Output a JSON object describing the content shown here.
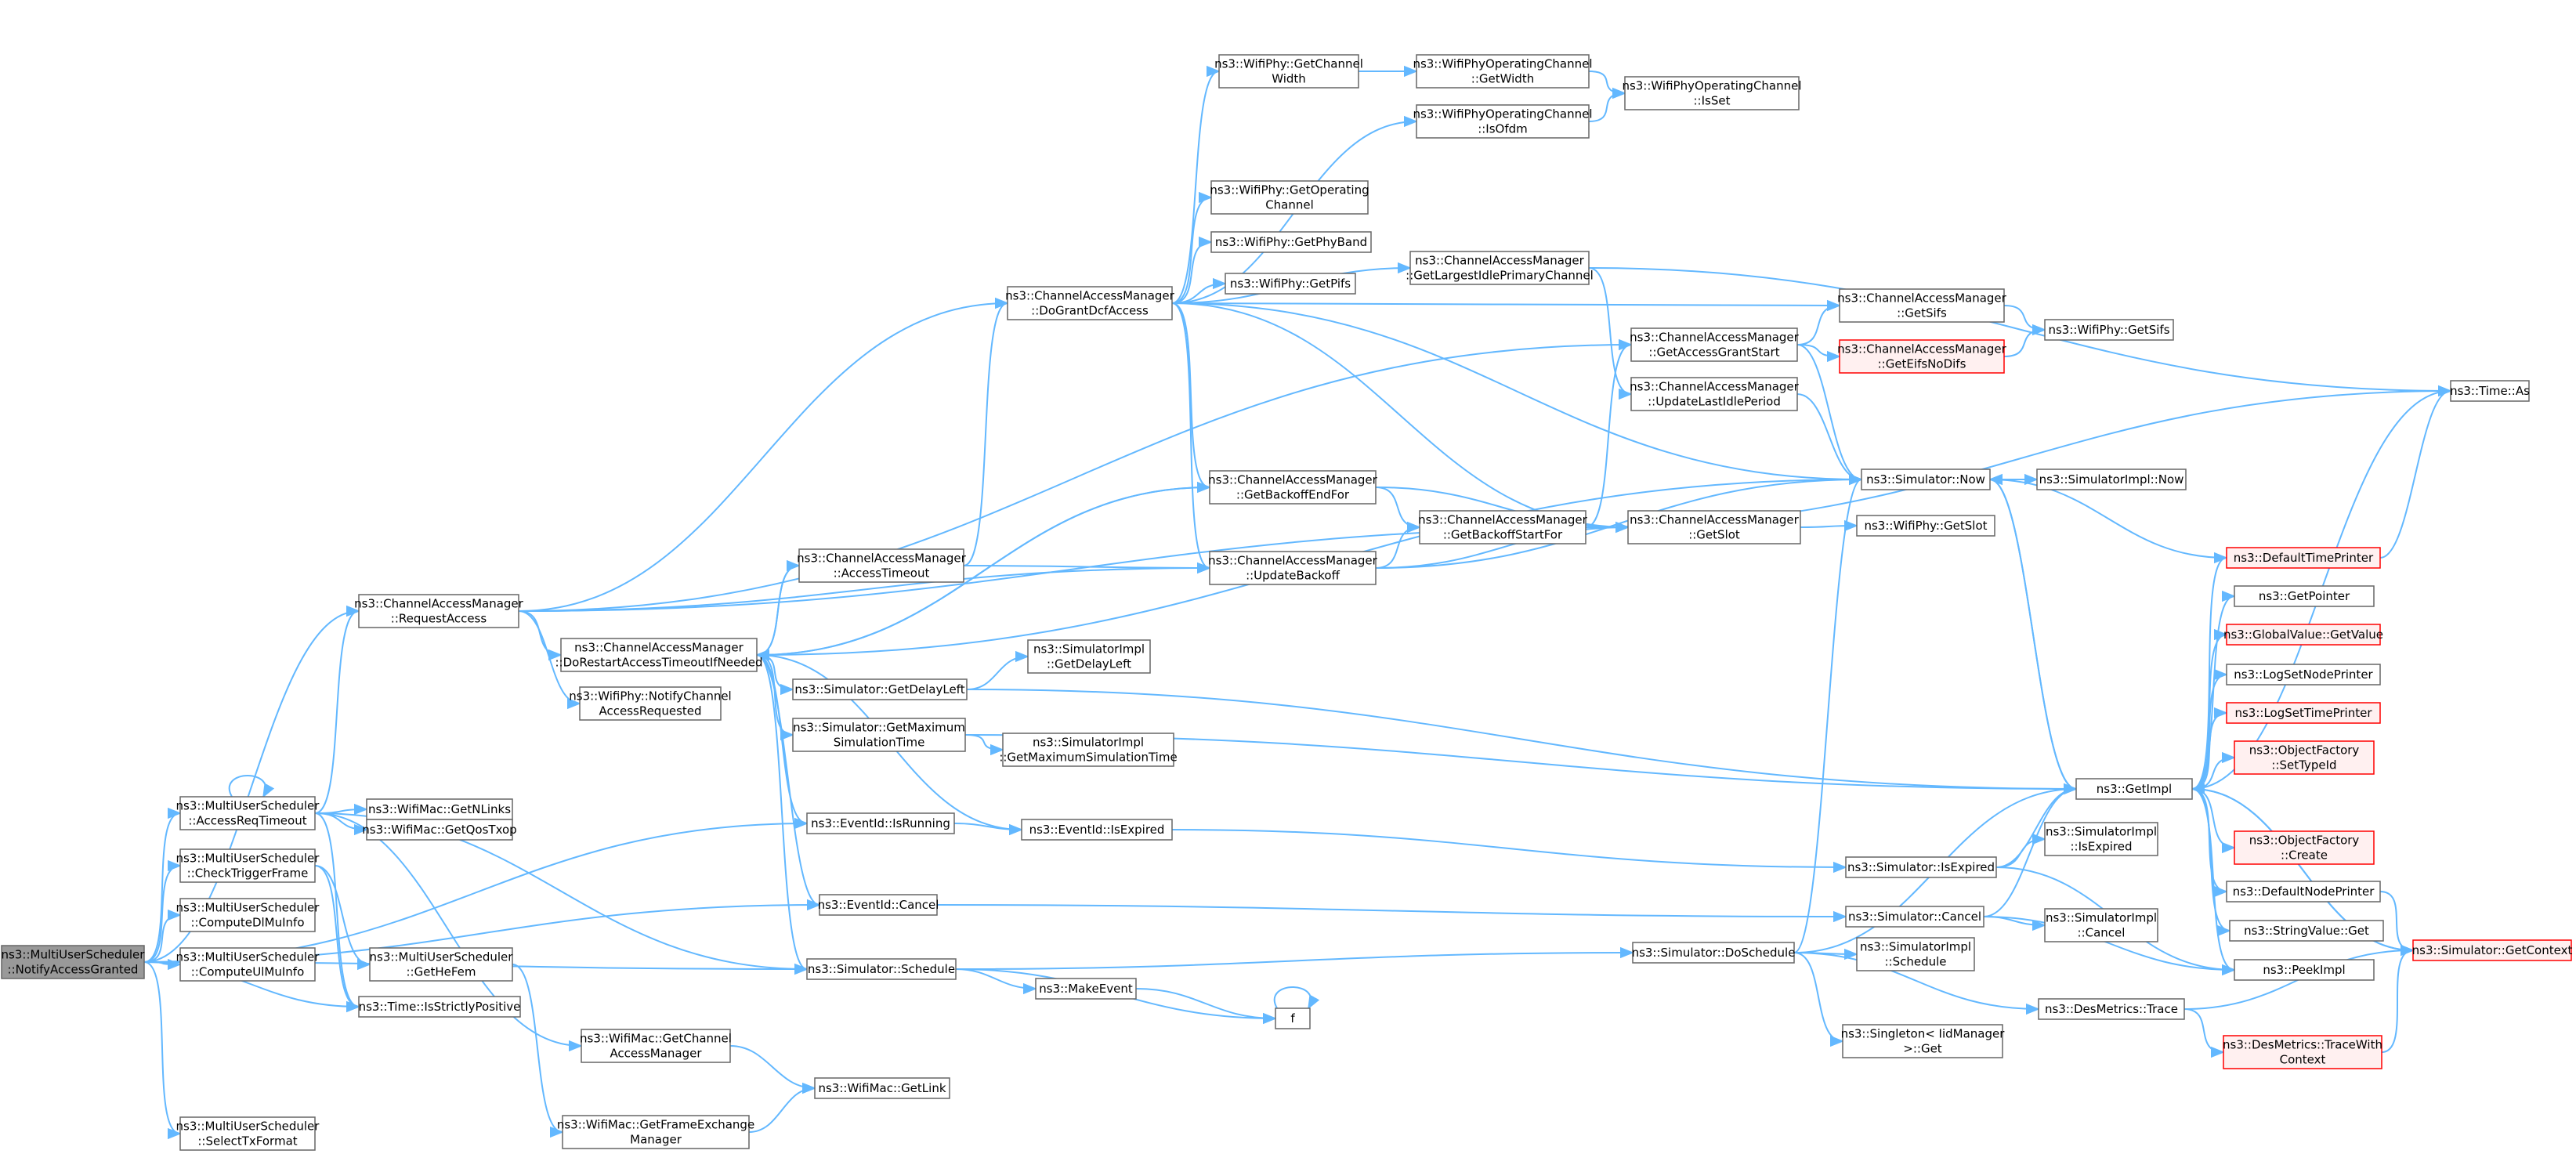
{
  "nodes": [
    {
      "id": "root",
      "lines": [
        "ns3::MultiUserScheduler",
        "::NotifyAccessGranted"
      ],
      "style": "root"
    },
    {
      "id": "accessReq",
      "lines": [
        "ns3::MultiUserScheduler",
        "::AccessReqTimeout"
      ]
    },
    {
      "id": "checkTrig",
      "lines": [
        "ns3::MultiUserScheduler",
        "::CheckTriggerFrame"
      ]
    },
    {
      "id": "computeDl",
      "lines": [
        "ns3::MultiUserScheduler",
        "::ComputeDlMuInfo"
      ]
    },
    {
      "id": "computeUl",
      "lines": [
        "ns3::MultiUserScheduler",
        "::ComputeUlMuInfo"
      ]
    },
    {
      "id": "selectTx",
      "lines": [
        "ns3::MultiUserScheduler",
        "::SelectTxFormat"
      ]
    },
    {
      "id": "reqAccess",
      "lines": [
        "ns3::ChannelAccessManager",
        "::RequestAccess"
      ]
    },
    {
      "id": "getNLinks",
      "lines": [
        "ns3::WifiMac::GetNLinks"
      ]
    },
    {
      "id": "getQos",
      "lines": [
        "ns3::WifiMac::GetQosTxop"
      ]
    },
    {
      "id": "getHeFem",
      "lines": [
        "ns3::MultiUserScheduler",
        "::GetHeFem"
      ]
    },
    {
      "id": "strictPos",
      "lines": [
        "ns3::Time::IsStrictlyPositive"
      ]
    },
    {
      "id": "getChanAM",
      "lines": [
        "ns3::WifiMac::GetChannel",
        "AccessManager"
      ]
    },
    {
      "id": "getFem",
      "lines": [
        "ns3::WifiMac::GetFrameExchange",
        "Manager"
      ]
    },
    {
      "id": "getLink",
      "lines": [
        "ns3::WifiMac::GetLink"
      ]
    },
    {
      "id": "doRestart",
      "lines": [
        "ns3::ChannelAccessManager",
        "::DoRestartAccessTimeoutIfNeeded"
      ]
    },
    {
      "id": "notifyChan",
      "lines": [
        "ns3::WifiPhy::NotifyChannel",
        "AccessRequested"
      ]
    },
    {
      "id": "accessTimeout",
      "lines": [
        "ns3::ChannelAccessManager",
        "::AccessTimeout"
      ]
    },
    {
      "id": "getDelayLeft",
      "lines": [
        "ns3::Simulator::GetDelayLeft"
      ]
    },
    {
      "id": "getMaxSim",
      "lines": [
        "ns3::Simulator::GetMaximum",
        "SimulationTime"
      ]
    },
    {
      "id": "isRunning",
      "lines": [
        "ns3::EventId::IsRunning"
      ]
    },
    {
      "id": "evCancel",
      "lines": [
        "ns3::EventId::Cancel"
      ]
    },
    {
      "id": "schedule",
      "lines": [
        "ns3::Simulator::Schedule"
      ]
    },
    {
      "id": "implDelay",
      "lines": [
        "ns3::SimulatorImpl",
        "::GetDelayLeft"
      ]
    },
    {
      "id": "implMaxSim",
      "lines": [
        "ns3::SimulatorImpl",
        "::GetMaximumSimulationTime"
      ]
    },
    {
      "id": "isExpired",
      "lines": [
        "ns3::EventId::IsExpired"
      ]
    },
    {
      "id": "makeEvent",
      "lines": [
        "ns3::MakeEvent"
      ]
    },
    {
      "id": "f",
      "lines": [
        "f"
      ]
    },
    {
      "id": "doGrant",
      "lines": [
        "ns3::ChannelAccessManager",
        "::DoGrantDcfAccess"
      ]
    },
    {
      "id": "getChanWidth",
      "lines": [
        "ns3::WifiPhy::GetChannel",
        "Width"
      ]
    },
    {
      "id": "getOpChan",
      "lines": [
        "ns3::WifiPhy::GetOperating",
        "Channel"
      ]
    },
    {
      "id": "getPhyBand",
      "lines": [
        "ns3::WifiPhy::GetPhyBand"
      ]
    },
    {
      "id": "getPifs",
      "lines": [
        "ns3::WifiPhy::GetPifs"
      ]
    },
    {
      "id": "getBackoffEnd",
      "lines": [
        "ns3::ChannelAccessManager",
        "::GetBackoffEndFor"
      ]
    },
    {
      "id": "updateBackoff",
      "lines": [
        "ns3::ChannelAccessManager",
        "::UpdateBackoff"
      ]
    },
    {
      "id": "opGetWidth",
      "lines": [
        "ns3::WifiPhyOperatingChannel",
        "::GetWidth"
      ]
    },
    {
      "id": "opIsOfdm",
      "lines": [
        "ns3::WifiPhyOperatingChannel",
        "::IsOfdm"
      ]
    },
    {
      "id": "opIsSet",
      "lines": [
        "ns3::WifiPhyOperatingChannel",
        "::IsSet"
      ]
    },
    {
      "id": "getLargest",
      "lines": [
        "ns3::ChannelAccessManager",
        "::GetLargestIdlePrimaryChannel"
      ]
    },
    {
      "id": "getGrantStart",
      "lines": [
        "ns3::ChannelAccessManager",
        "::GetAccessGrantStart"
      ]
    },
    {
      "id": "updateLastIdle",
      "lines": [
        "ns3::ChannelAccessManager",
        "::UpdateLastIdlePeriod"
      ]
    },
    {
      "id": "getBackoffStart",
      "lines": [
        "ns3::ChannelAccessManager",
        "::GetBackoffStartFor"
      ]
    },
    {
      "id": "getSlot",
      "lines": [
        "ns3::ChannelAccessManager",
        "::GetSlot"
      ]
    },
    {
      "id": "camGetSifs",
      "lines": [
        "ns3::ChannelAccessManager",
        "::GetSifs"
      ]
    },
    {
      "id": "getEifs",
      "lines": [
        "ns3::ChannelAccessManager",
        "::GetEifsNoDifs"
      ],
      "style": "red"
    },
    {
      "id": "phyGetSifs",
      "lines": [
        "ns3::WifiPhy::GetSifs"
      ]
    },
    {
      "id": "simNow",
      "lines": [
        "ns3::Simulator::Now"
      ]
    },
    {
      "id": "implNow",
      "lines": [
        "ns3::SimulatorImpl::Now"
      ]
    },
    {
      "id": "phyGetSlot",
      "lines": [
        "ns3::WifiPhy::GetSlot"
      ]
    },
    {
      "id": "timeAs",
      "lines": [
        "ns3::Time::As"
      ]
    },
    {
      "id": "simIsExpired",
      "lines": [
        "ns3::Simulator::IsExpired"
      ]
    },
    {
      "id": "implIsExpired",
      "lines": [
        "ns3::SimulatorImpl",
        "::IsExpired"
      ]
    },
    {
      "id": "simCancel",
      "lines": [
        "ns3::Simulator::Cancel"
      ]
    },
    {
      "id": "implCancel",
      "lines": [
        "ns3::SimulatorImpl",
        "::Cancel"
      ]
    },
    {
      "id": "doSchedule",
      "lines": [
        "ns3::Simulator::DoSchedule"
      ]
    },
    {
      "id": "implSchedule",
      "lines": [
        "ns3::SimulatorImpl",
        "::Schedule"
      ]
    },
    {
      "id": "singleton",
      "lines": [
        "ns3::Singleton< IidManager",
        ">::Get"
      ]
    },
    {
      "id": "desTrace",
      "lines": [
        "ns3::DesMetrics::Trace"
      ]
    },
    {
      "id": "desTraceCtx",
      "lines": [
        "ns3::DesMetrics::TraceWith",
        "Context"
      ],
      "style": "red"
    },
    {
      "id": "getImpl",
      "lines": [
        "ns3::GetImpl"
      ]
    },
    {
      "id": "defTimePrinter",
      "lines": [
        "ns3::DefaultTimePrinter"
      ],
      "style": "red"
    },
    {
      "id": "getPointer",
      "lines": [
        "ns3::GetPointer"
      ]
    },
    {
      "id": "globalValue",
      "lines": [
        "ns3::GlobalValue::GetValue"
      ],
      "style": "red"
    },
    {
      "id": "logNode",
      "lines": [
        "ns3::LogSetNodePrinter"
      ]
    },
    {
      "id": "logTime",
      "lines": [
        "ns3::LogSetTimePrinter"
      ],
      "style": "red"
    },
    {
      "id": "setTypeId",
      "lines": [
        "ns3::ObjectFactory",
        "::SetTypeId"
      ],
      "style": "red"
    },
    {
      "id": "ofCreate",
      "lines": [
        "ns3::ObjectFactory",
        "::Create"
      ],
      "style": "red"
    },
    {
      "id": "defNodePrinter",
      "lines": [
        "ns3::DefaultNodePrinter"
      ]
    },
    {
      "id": "stringValue",
      "lines": [
        "ns3::StringValue::Get"
      ]
    },
    {
      "id": "peekImpl",
      "lines": [
        "ns3::PeekImpl"
      ]
    },
    {
      "id": "getContext",
      "lines": [
        "ns3::Simulator::GetContext"
      ],
      "style": "red"
    }
  ],
  "edges": [
    [
      "root",
      "accessReq"
    ],
    [
      "root",
      "checkTrig"
    ],
    [
      "root",
      "computeDl"
    ],
    [
      "root",
      "computeUl"
    ],
    [
      "root",
      "selectTx"
    ],
    [
      "root",
      "strictPos"
    ],
    [
      "root",
      "evCancel"
    ],
    [
      "root",
      "schedule"
    ],
    [
      "root",
      "isRunning"
    ],
    [
      "root",
      "reqAccess"
    ],
    [
      "accessReq",
      "accessReq"
    ],
    [
      "accessReq",
      "reqAccess"
    ],
    [
      "accessReq",
      "getNLinks"
    ],
    [
      "accessReq",
      "getQos"
    ],
    [
      "accessReq",
      "strictPos"
    ],
    [
      "accessReq",
      "getChanAM"
    ],
    [
      "accessReq",
      "schedule"
    ],
    [
      "checkTrig",
      "getHeFem"
    ],
    [
      "checkTrig",
      "strictPos"
    ],
    [
      "getHeFem",
      "getFem"
    ],
    [
      "getChanAM",
      "getLink"
    ],
    [
      "getFem",
      "getLink"
    ],
    [
      "reqAccess",
      "doRestart"
    ],
    [
      "reqAccess",
      "notifyChan"
    ],
    [
      "reqAccess",
      "doGrant"
    ],
    [
      "reqAccess",
      "updateBackoff"
    ],
    [
      "reqAccess",
      "getSlot"
    ],
    [
      "reqAccess",
      "getGrantStart"
    ],
    [
      "doRestart",
      "accessTimeout"
    ],
    [
      "doRestart",
      "getDelayLeft"
    ],
    [
      "doRestart",
      "getMaxSim"
    ],
    [
      "doRestart",
      "isRunning"
    ],
    [
      "doRestart",
      "isExpired"
    ],
    [
      "doRestart",
      "evCancel"
    ],
    [
      "doRestart",
      "schedule"
    ],
    [
      "doRestart",
      "getBackoffEnd"
    ],
    [
      "doRestart",
      "simNow"
    ],
    [
      "accessTimeout",
      "doRestart"
    ],
    [
      "accessTimeout",
      "doGrant"
    ],
    [
      "accessTimeout",
      "updateBackoff"
    ],
    [
      "getDelayLeft",
      "implDelay"
    ],
    [
      "getDelayLeft",
      "getImpl"
    ],
    [
      "getMaxSim",
      "implMaxSim"
    ],
    [
      "getMaxSim",
      "getImpl"
    ],
    [
      "isRunning",
      "isExpired"
    ],
    [
      "isExpired",
      "simIsExpired"
    ],
    [
      "evCancel",
      "simCancel"
    ],
    [
      "schedule",
      "makeEvent"
    ],
    [
      "schedule",
      "f"
    ],
    [
      "schedule",
      "doSchedule"
    ],
    [
      "makeEvent",
      "f"
    ],
    [
      "f",
      "f"
    ],
    [
      "doGrant",
      "getChanWidth"
    ],
    [
      "doGrant",
      "opIsOfdm"
    ],
    [
      "doGrant",
      "getOpChan"
    ],
    [
      "doGrant",
      "getPhyBand"
    ],
    [
      "doGrant",
      "getPifs"
    ],
    [
      "doGrant",
      "getLargest"
    ],
    [
      "doGrant",
      "camGetSifs"
    ],
    [
      "doGrant",
      "getBackoffEnd"
    ],
    [
      "doGrant",
      "updateBackoff"
    ],
    [
      "doGrant",
      "getSlot"
    ],
    [
      "doGrant",
      "simNow"
    ],
    [
      "getChanWidth",
      "opGetWidth"
    ],
    [
      "opGetWidth",
      "opIsSet"
    ],
    [
      "opIsOfdm",
      "opIsSet"
    ],
    [
      "getLargest",
      "timeAs"
    ],
    [
      "getLargest",
      "updateLastIdle"
    ],
    [
      "getBackoffEnd",
      "getBackoffStart"
    ],
    [
      "getBackoffEnd",
      "getSlot"
    ],
    [
      "getBackoffEnd",
      "doRestart"
    ],
    [
      "updateBackoff",
      "getBackoffStart"
    ],
    [
      "updateBackoff",
      "getSlot"
    ],
    [
      "updateBackoff",
      "simNow"
    ],
    [
      "getBackoffStart",
      "getGrantStart"
    ],
    [
      "getBackoffStart",
      "getSlot"
    ],
    [
      "getBackoffStart",
      "timeAs"
    ],
    [
      "getGrantStart",
      "camGetSifs"
    ],
    [
      "getGrantStart",
      "getEifs"
    ],
    [
      "getGrantStart",
      "simNow"
    ],
    [
      "updateLastIdle",
      "simNow"
    ],
    [
      "camGetSifs",
      "phyGetSifs"
    ],
    [
      "getEifs",
      "phyGetSifs"
    ],
    [
      "getSlot",
      "phyGetSlot"
    ],
    [
      "simNow",
      "implNow"
    ],
    [
      "simNow",
      "getImpl"
    ],
    [
      "simIsExpired",
      "implIsExpired"
    ],
    [
      "simIsExpired",
      "getImpl"
    ],
    [
      "simIsExpired",
      "peekImpl"
    ],
    [
      "simCancel",
      "implCancel"
    ],
    [
      "simCancel",
      "getImpl"
    ],
    [
      "simCancel",
      "peekImpl"
    ],
    [
      "doSchedule",
      "implSchedule"
    ],
    [
      "doSchedule",
      "singleton"
    ],
    [
      "doSchedule",
      "desTrace"
    ],
    [
      "doSchedule",
      "getImpl"
    ],
    [
      "doSchedule",
      "simNow"
    ],
    [
      "desTrace",
      "desTraceCtx"
    ],
    [
      "desTrace",
      "getContext"
    ],
    [
      "desTraceCtx",
      "getContext"
    ],
    [
      "getImpl",
      "defTimePrinter"
    ],
    [
      "getImpl",
      "getPointer"
    ],
    [
      "getImpl",
      "globalValue"
    ],
    [
      "getImpl",
      "logNode"
    ],
    [
      "getImpl",
      "logTime"
    ],
    [
      "getImpl",
      "setTypeId"
    ],
    [
      "getImpl",
      "ofCreate"
    ],
    [
      "getImpl",
      "defNodePrinter"
    ],
    [
      "getImpl",
      "stringValue"
    ],
    [
      "getImpl",
      "peekImpl"
    ],
    [
      "getImpl",
      "getContext"
    ],
    [
      "getImpl",
      "timeAs"
    ],
    [
      "getImpl",
      "simNow"
    ],
    [
      "defTimePrinter",
      "timeAs"
    ],
    [
      "defTimePrinter",
      "simNow"
    ],
    [
      "getContext",
      "getImpl"
    ],
    [
      "defNodePrinter",
      "getContext"
    ]
  ]
}
